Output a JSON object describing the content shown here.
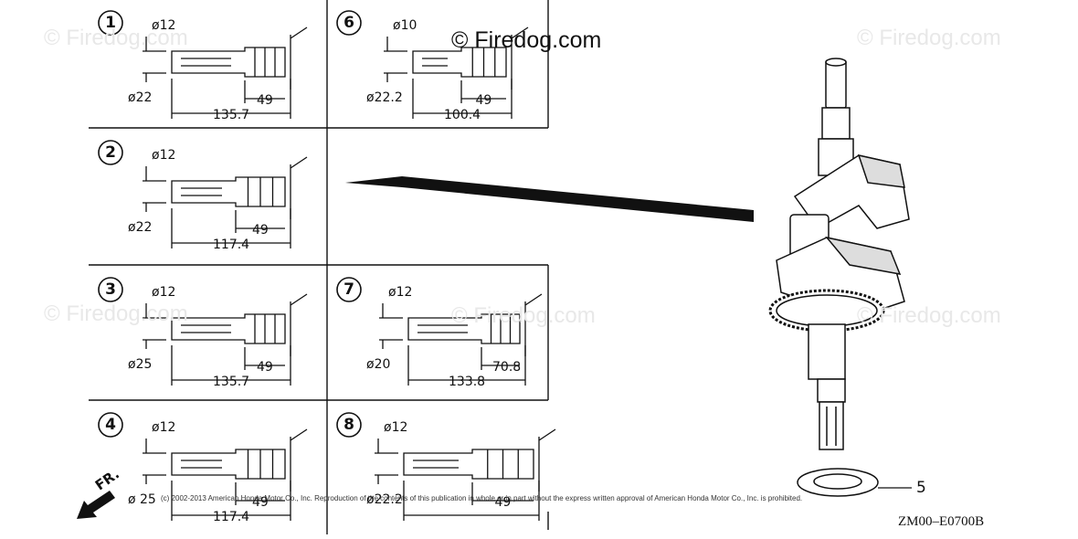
{
  "watermark": "© Firedog.com",
  "copyright_notice": "(c) 2002-2013 American Honda Motor Co., Inc. Reproduction of the contents of this publication in whole or in part without the express written approval of American Honda Motor Co., Inc. is prohibited.",
  "drawing_code": "ZM00–E0700B",
  "part_label": "5",
  "direction_label": "FR.",
  "variants": [
    {
      "num": "1",
      "small_dia": "ø12",
      "large_dia": "ø22",
      "length": "135.7",
      "spline": "49"
    },
    {
      "num": "2",
      "small_dia": "ø12",
      "large_dia": "ø22",
      "length": "117.4",
      "spline": "49"
    },
    {
      "num": "3",
      "small_dia": "ø12",
      "large_dia": "ø25",
      "length": "135.7",
      "spline": "49"
    },
    {
      "num": "4",
      "small_dia": "ø12",
      "large_dia": "ø 25",
      "length": "117.4",
      "spline": "49"
    },
    {
      "num": "6",
      "small_dia": "ø10",
      "large_dia": "ø22.2",
      "length": "100.4",
      "spline": "49"
    },
    {
      "num": "7",
      "small_dia": "ø12",
      "large_dia": "ø20",
      "length": "133.8",
      "spline": "70.8"
    },
    {
      "num": "8",
      "small_dia": "ø12",
      "large_dia": "ø22.2",
      "length": "",
      "spline": "49"
    }
  ]
}
